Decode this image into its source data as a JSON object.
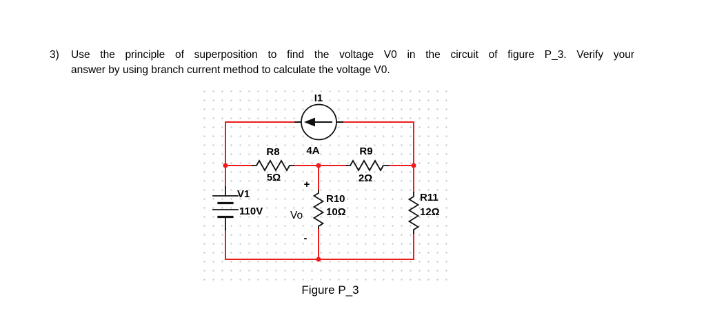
{
  "problem": {
    "number": "3)",
    "line1": "Use the principle of superposition to find the voltage V0 in the circuit of figure P_3. Verify your",
    "line2": "answer by using branch current method to calculate the voltage V0."
  },
  "figure": {
    "caption": "Figure P_3",
    "current_source": {
      "label": "I1",
      "value": "4A"
    },
    "voltage_source": {
      "label": "V1",
      "value": "110V"
    },
    "r8": {
      "label": "R8",
      "value": "5Ω"
    },
    "r9": {
      "label": "R9",
      "value": "2Ω"
    },
    "r10": {
      "label": "R10",
      "value": "10Ω"
    },
    "r11": {
      "label": "R11",
      "value": "12Ω"
    },
    "output_voltage": {
      "label": "Vo",
      "plus": "+",
      "minus": "-"
    }
  },
  "colors": {
    "wire": "#ee1c1c",
    "component": "#111111",
    "grid_dot": "#c4c4c4",
    "vo_label": "#4d4d4d"
  }
}
